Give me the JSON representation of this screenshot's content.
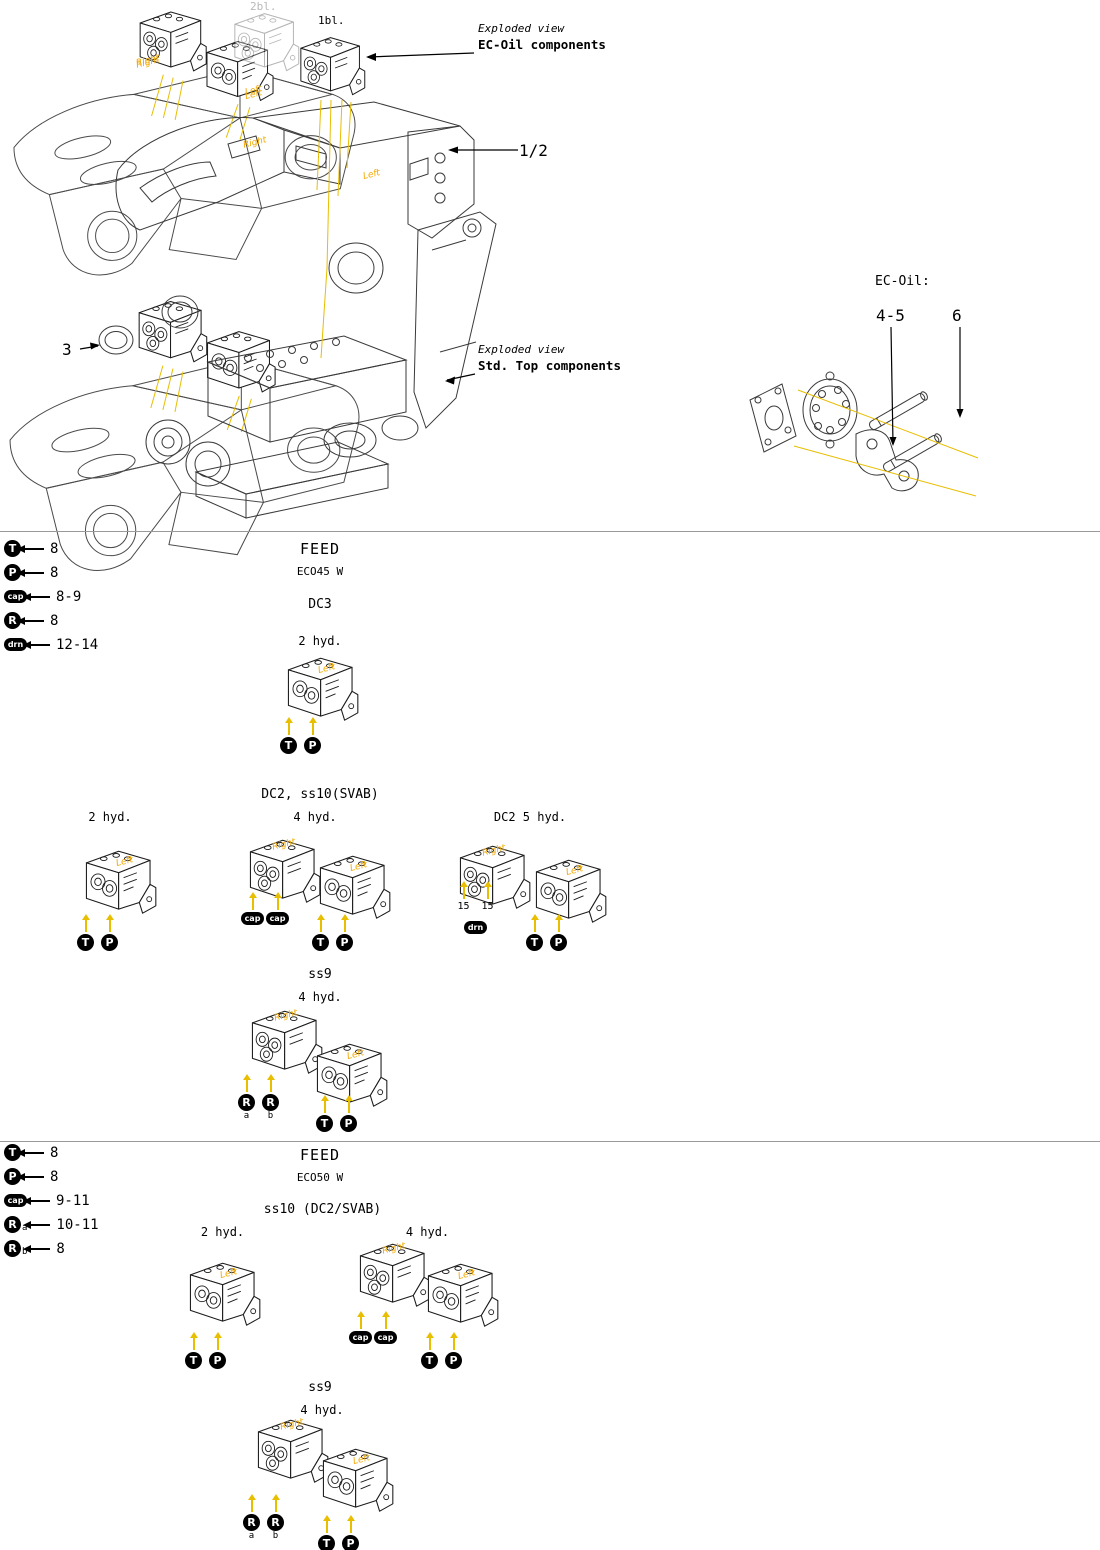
{
  "colors": {
    "leader_yellow": "#e8be00",
    "side_label_orange": "#f2a900",
    "ink": "#000000"
  },
  "shared": {
    "left": "Left",
    "right": "Right",
    "t": "T",
    "p": "P",
    "r": "R",
    "cap": "cap",
    "drn": "drn",
    "sub_a": "a",
    "sub_b": "b",
    "port15": "15"
  },
  "top": {
    "block2": "2bl.",
    "block1": "1bl.",
    "note_ec": {
      "line1": "Exploded view",
      "line2": "EC-Oil components"
    },
    "note_std": {
      "line1": "Exploded view",
      "line2": "Std. Top components"
    },
    "ref_half": "1/2",
    "ref_3": "3",
    "ec_oil_heading": "EC-Oil:",
    "ref_45": "4-5",
    "ref_6": "6"
  },
  "eco45": {
    "title": "FEED",
    "model": "ECO45 W",
    "legend": [
      {
        "badge": "T",
        "value": "8"
      },
      {
        "badge": "P",
        "value": "8"
      },
      {
        "badge": "cap",
        "value": "8-9"
      },
      {
        "badge": "R",
        "value": "8"
      },
      {
        "badge": "drn",
        "value": "12-14"
      }
    ],
    "dc3_title": "DC3",
    "dc3_variant": "2 hyd.",
    "dc2_title": "DC2, ss10(SVAB)",
    "dc2_v2": "2 hyd.",
    "dc2_v4": "4 hyd.",
    "dc2_v5": "DC2 5 hyd.",
    "ss9_title": "ss9",
    "ss9_variant": "4 hyd."
  },
  "eco50": {
    "title": "FEED",
    "model": "ECO50 W",
    "legend": [
      {
        "badge": "T",
        "value": "8"
      },
      {
        "badge": "P",
        "value": "8"
      },
      {
        "badge": "cap",
        "value": "9-11"
      },
      {
        "badge": "R",
        "sub": "a",
        "value": "10-11"
      },
      {
        "badge": "R",
        "sub": "b",
        "value": "8"
      }
    ],
    "ss10_title": "ss10 (DC2/SVAB)",
    "ss10_v2": "2 hyd.",
    "ss10_v4": "4 hyd.",
    "ss9_title": "ss9",
    "ss9_variant": "4 hyd."
  }
}
